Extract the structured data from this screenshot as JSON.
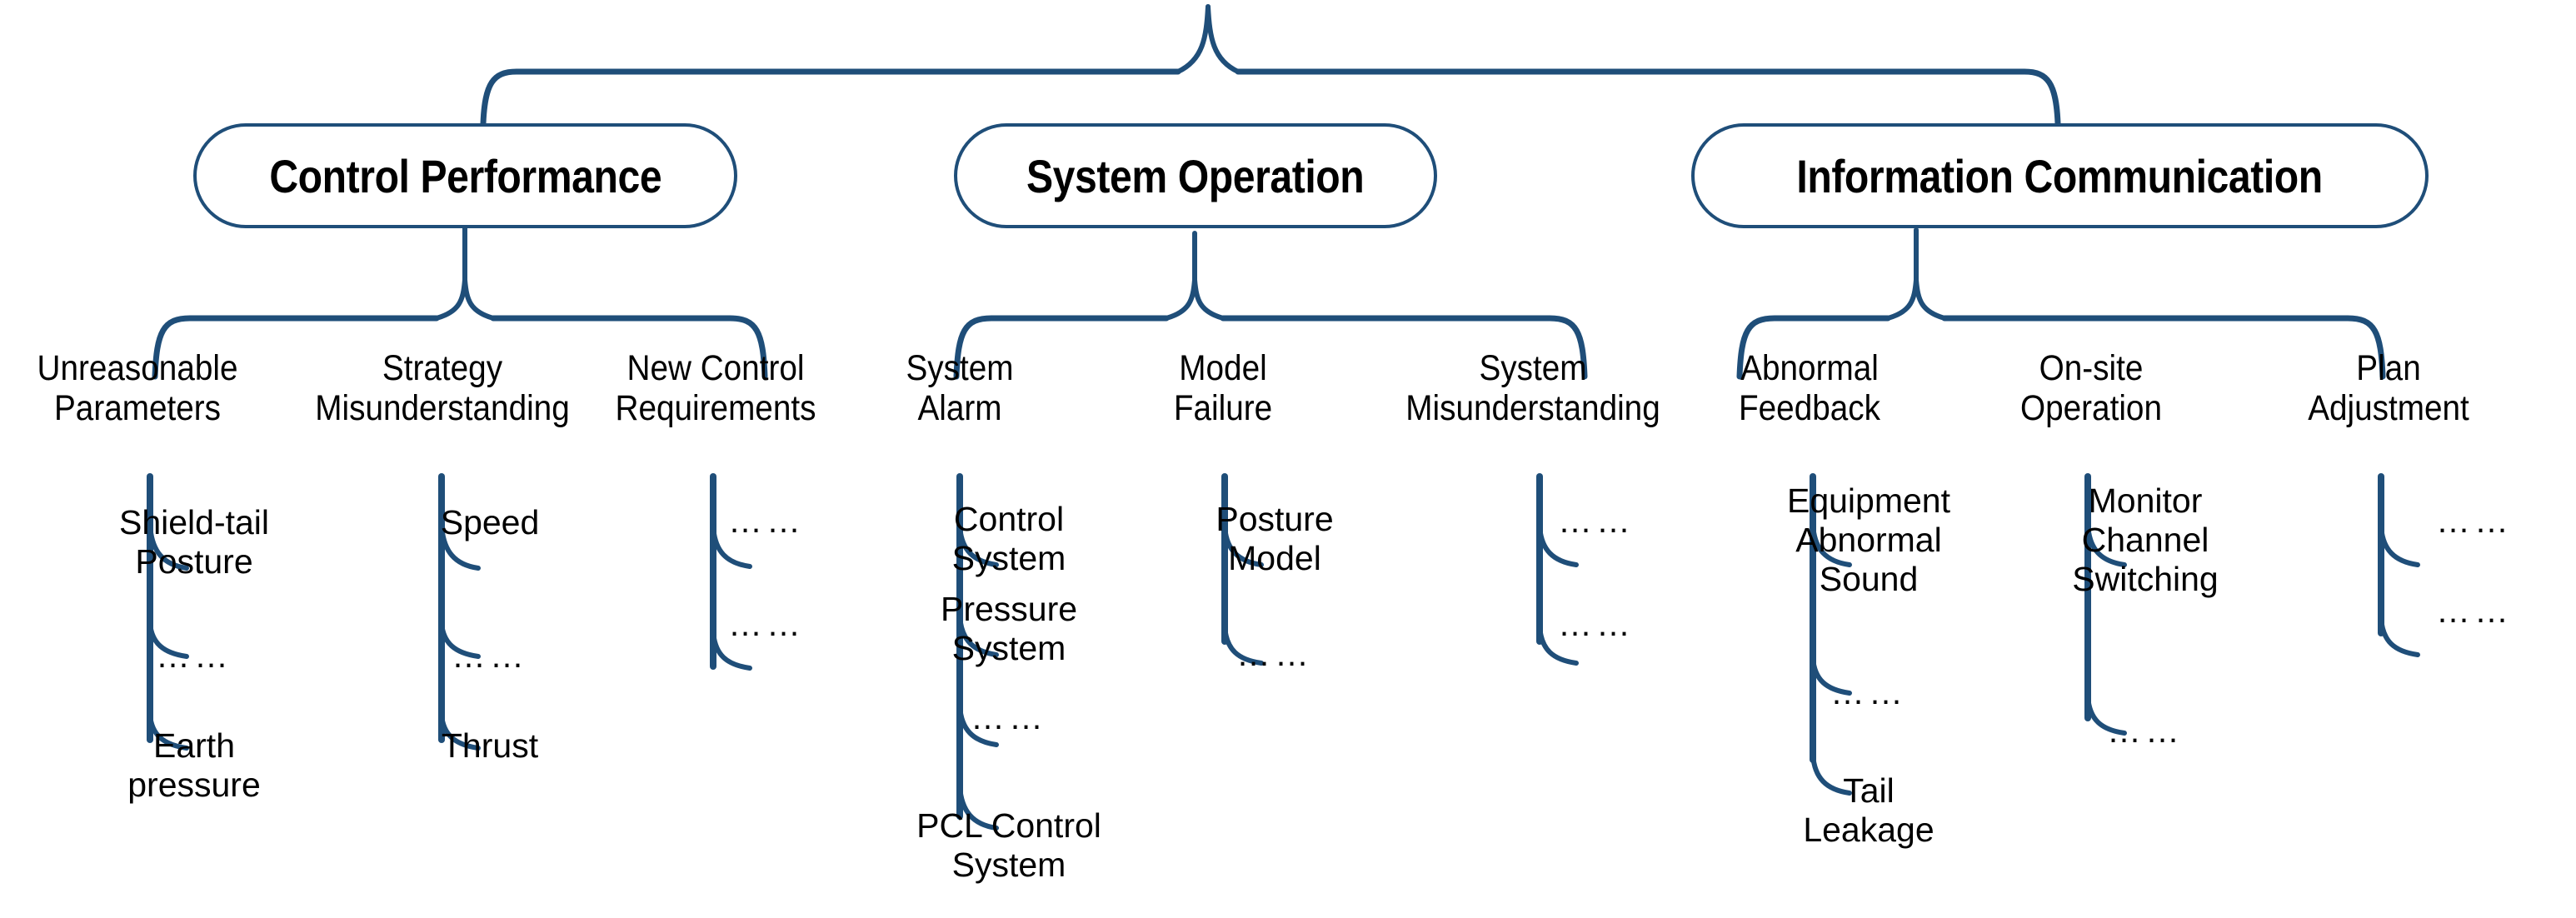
{
  "diagram": {
    "type": "tree-hierarchy",
    "title": "",
    "line_color": "#1f4e79",
    "text_color": "#000000",
    "background": "#ffffff",
    "ellipsis_text": "……",
    "categories": [
      {
        "id": "control-performance",
        "label": "Control Performance",
        "subcategories": [
          {
            "id": "unreasonable-parameters",
            "lines": [
              "Unreasonable",
              "Parameters"
            ],
            "leaves": [
              {
                "lines": [
                  "Shield-tail",
                  "Posture"
                ],
                "is_ellipsis": false
              },
              {
                "lines": [
                  "……"
                ],
                "is_ellipsis": true
              },
              {
                "lines": [
                  "Earth",
                  "pressure"
                ],
                "is_ellipsis": false
              }
            ]
          },
          {
            "id": "strategy-misunderstanding",
            "lines": [
              "Strategy",
              "Misunderstanding"
            ],
            "leaves": [
              {
                "lines": [
                  "Speed"
                ],
                "is_ellipsis": false
              },
              {
                "lines": [
                  "……"
                ],
                "is_ellipsis": true
              },
              {
                "lines": [
                  "Thrust"
                ],
                "is_ellipsis": false
              }
            ]
          },
          {
            "id": "new-control-requirements",
            "lines": [
              "New Control",
              "Requirements"
            ],
            "leaves": [
              {
                "lines": [
                  "……"
                ],
                "is_ellipsis": true
              },
              {
                "lines": [
                  "……"
                ],
                "is_ellipsis": true
              }
            ]
          }
        ]
      },
      {
        "id": "system-operation",
        "label": "System Operation",
        "subcategories": [
          {
            "id": "system-alarm",
            "lines": [
              "System",
              "Alarm"
            ],
            "leaves": [
              {
                "lines": [
                  "Control",
                  "System"
                ],
                "is_ellipsis": false
              },
              {
                "lines": [
                  "Pressure",
                  "System"
                ],
                "is_ellipsis": false
              },
              {
                "lines": [
                  "……"
                ],
                "is_ellipsis": true
              },
              {
                "lines": [
                  "PCL Control",
                  "System"
                ],
                "is_ellipsis": false
              }
            ]
          },
          {
            "id": "model-failure",
            "lines": [
              "Model",
              "Failure"
            ],
            "leaves": [
              {
                "lines": [
                  "Posture",
                  "Model"
                ],
                "is_ellipsis": false
              },
              {
                "lines": [
                  "……"
                ],
                "is_ellipsis": true
              }
            ]
          },
          {
            "id": "system-misunderstanding",
            "lines": [
              "System",
              "Misunderstanding"
            ],
            "leaves": [
              {
                "lines": [
                  "……"
                ],
                "is_ellipsis": true
              },
              {
                "lines": [
                  "……"
                ],
                "is_ellipsis": true
              }
            ]
          }
        ]
      },
      {
        "id": "information-communication",
        "label": "Information Communication",
        "subcategories": [
          {
            "id": "abnormal-feedback",
            "lines": [
              "Abnormal",
              "Feedback"
            ],
            "leaves": [
              {
                "lines": [
                  "Equipment",
                  "Abnormal",
                  "Sound"
                ],
                "is_ellipsis": false
              },
              {
                "lines": [
                  "……"
                ],
                "is_ellipsis": true
              },
              {
                "lines": [
                  "Tail",
                  "Leakage"
                ],
                "is_ellipsis": false
              }
            ]
          },
          {
            "id": "on-site-operation",
            "lines": [
              "On-site",
              "Operation"
            ],
            "leaves": [
              {
                "lines": [
                  "Monitor",
                  "Channel",
                  "Switching"
                ],
                "is_ellipsis": false
              },
              {
                "lines": [
                  "……"
                ],
                "is_ellipsis": true
              }
            ]
          },
          {
            "id": "plan-adjustment",
            "lines": [
              "Plan",
              "Adjustment"
            ],
            "leaves": [
              {
                "lines": [
                  "……"
                ],
                "is_ellipsis": true
              },
              {
                "lines": [
                  "……"
                ],
                "is_ellipsis": true
              }
            ]
          }
        ]
      }
    ]
  }
}
